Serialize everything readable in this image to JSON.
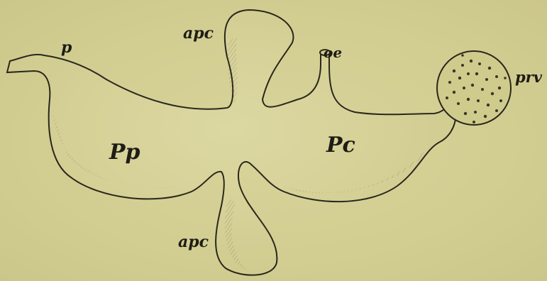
{
  "figure": {
    "labels": {
      "p": "p",
      "apc_top": "apc",
      "oe": "oe",
      "prv": "prv",
      "pp": "Pp",
      "pc": "Pc",
      "apc_bottom": "apc"
    },
    "colors": {
      "background": "#d4d095",
      "ink": "#2a271c",
      "shading": "#8e8a5c"
    }
  }
}
